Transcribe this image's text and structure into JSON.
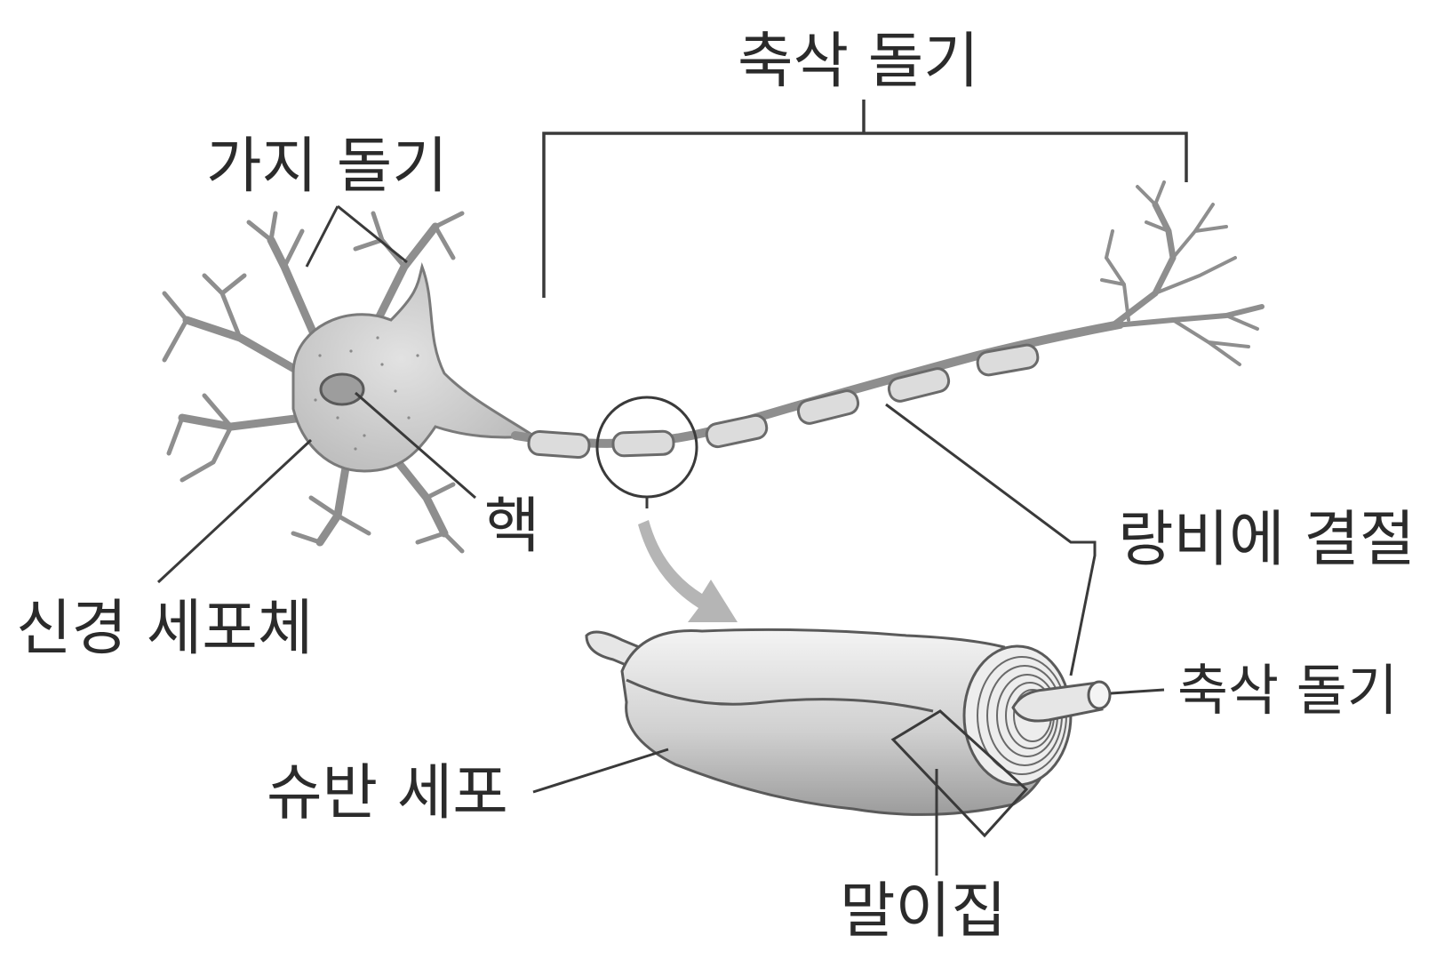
{
  "labels": {
    "axon_top": "축삭 돌기",
    "dendrites": "가지 돌기",
    "nucleus": "핵",
    "cell_body": "신경 세포체",
    "node_of_ranvier": "랑비에 결절",
    "axon_detail": "축삭 돌기",
    "schwann_cell": "슈반 세포",
    "myelin_sheath": "말이집"
  },
  "colors": {
    "label_text": "#2b2b2b",
    "leader_line": "#3a3a3a",
    "cell_fill": "#cfcfcf",
    "cell_outline": "#7a7a7a",
    "myelin_fill": "#dcdcdc",
    "arrow_fill": "#b5b5b5"
  }
}
